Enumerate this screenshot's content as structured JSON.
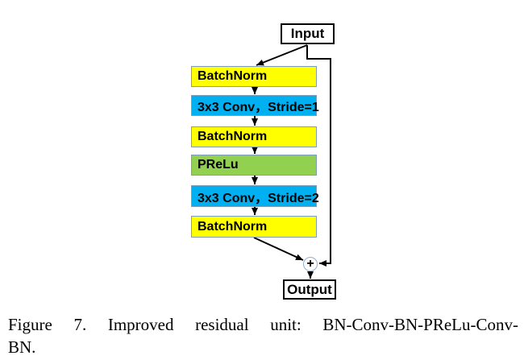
{
  "figure": {
    "input_label": "Input",
    "output_label": "Output",
    "layers": [
      {
        "label": "BatchNorm",
        "color": "#ffff00"
      },
      {
        "label": "3x3 Conv，Stride=1",
        "color": "#00b0f0"
      },
      {
        "label": "BatchNorm",
        "color": "#ffff00"
      },
      {
        "label": "PReLu",
        "color": "#92d050"
      },
      {
        "label": "3x3 Conv，Stride=2",
        "color": "#00b0f0"
      },
      {
        "label": "BatchNorm",
        "color": "#ffff00"
      }
    ],
    "sum_symbol": "+",
    "colors": {
      "batchnorm": "#ffff00",
      "conv": "#00b0f0",
      "prelu": "#92d050",
      "box_border": "#7f9db9",
      "line": "#000000"
    }
  },
  "caption": {
    "line1": "Figure 7. Improved residual unit: BN-Conv-BN-PReLu-Conv-",
    "line2": "BN."
  }
}
